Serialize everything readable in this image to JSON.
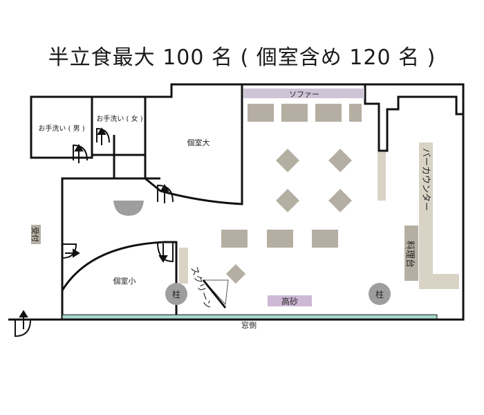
{
  "title": "半立食最大 100 名 ( 個室含め 120 名 )",
  "labels": {
    "restroom_men": "お手洗い ( 男 )",
    "restroom_women": "お手洗い ( 女 )",
    "private_room_large": "個室大",
    "private_room_small": "個室小",
    "reception": "受付",
    "sofa": "ソファー",
    "bar_counter": "バーカウンター",
    "kitchen": "料理台",
    "stage": "高砂",
    "screen": "スクリーン",
    "pillar_left": "柱",
    "pillar_right": "柱",
    "window_side": "窓側"
  },
  "colors": {
    "wall": "#111111",
    "furniture": "#b5aea2",
    "furniture_light": "#d9d3c6",
    "sofa": "#cfc4d6",
    "stage": "#cdb8d6",
    "pillar": "#9e9e9e",
    "window": "#a7d8cc"
  }
}
